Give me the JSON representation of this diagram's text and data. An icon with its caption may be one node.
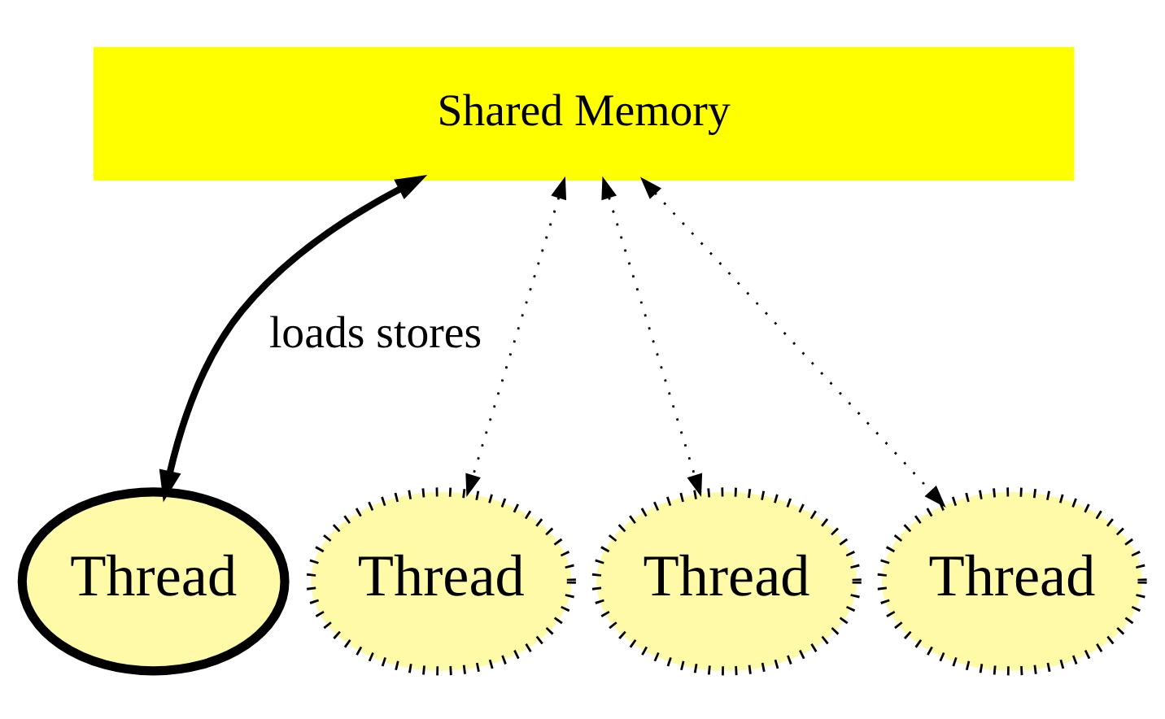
{
  "diagram": {
    "nodes": [
      {
        "text": [
          "Shared Memory"
        ]
      },
      {
        "text": [
          "Thread"
        ]
      },
      {
        "text": [
          "Thread"
        ]
      },
      {
        "text": [
          "Thread"
        ]
      },
      {
        "text": [
          "Thread"
        ]
      }
    ],
    "edges": [
      {
        "from": 0,
        "to": 1,
        "arrow": "both",
        "style": "thick",
        "label": "loads stores"
      },
      {
        "from": 0,
        "to": 2,
        "arrow": "both",
        "style": "dashed"
      },
      {
        "from": 0,
        "to": 3,
        "arrow": "both",
        "style": "dashed"
      },
      {
        "from": 0,
        "to": 4,
        "arrow": "both",
        "style": "dashed"
      }
    ]
  }
}
